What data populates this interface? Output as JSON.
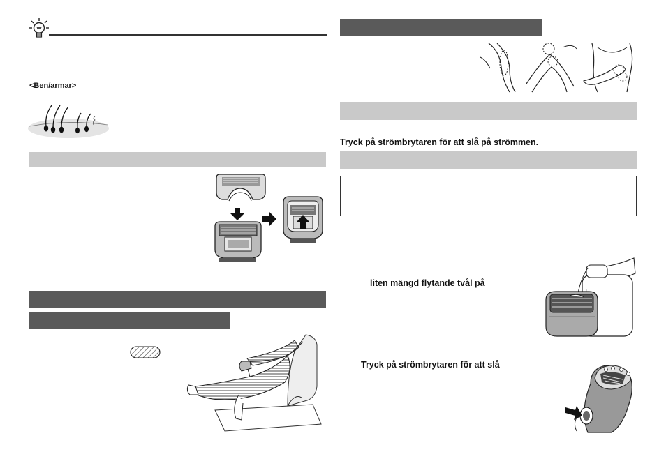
{
  "left": {
    "section_label": "<Ben/armar>"
  },
  "right": {
    "instruction_power": "Tryck på strömbrytaren för att slå på strömmen.",
    "step_soap": "liten mängd flytande tvål på",
    "step_power": "Tryck på strömbrytaren för att slå"
  },
  "icons": [
    "lightbulb-tip-icon",
    "hair-follicle-illustration",
    "shaver-head-attach-illustration",
    "leg-shaving-illustration",
    "body-areas-illustration",
    "soap-application-illustration",
    "epilator-power-illustration"
  ]
}
